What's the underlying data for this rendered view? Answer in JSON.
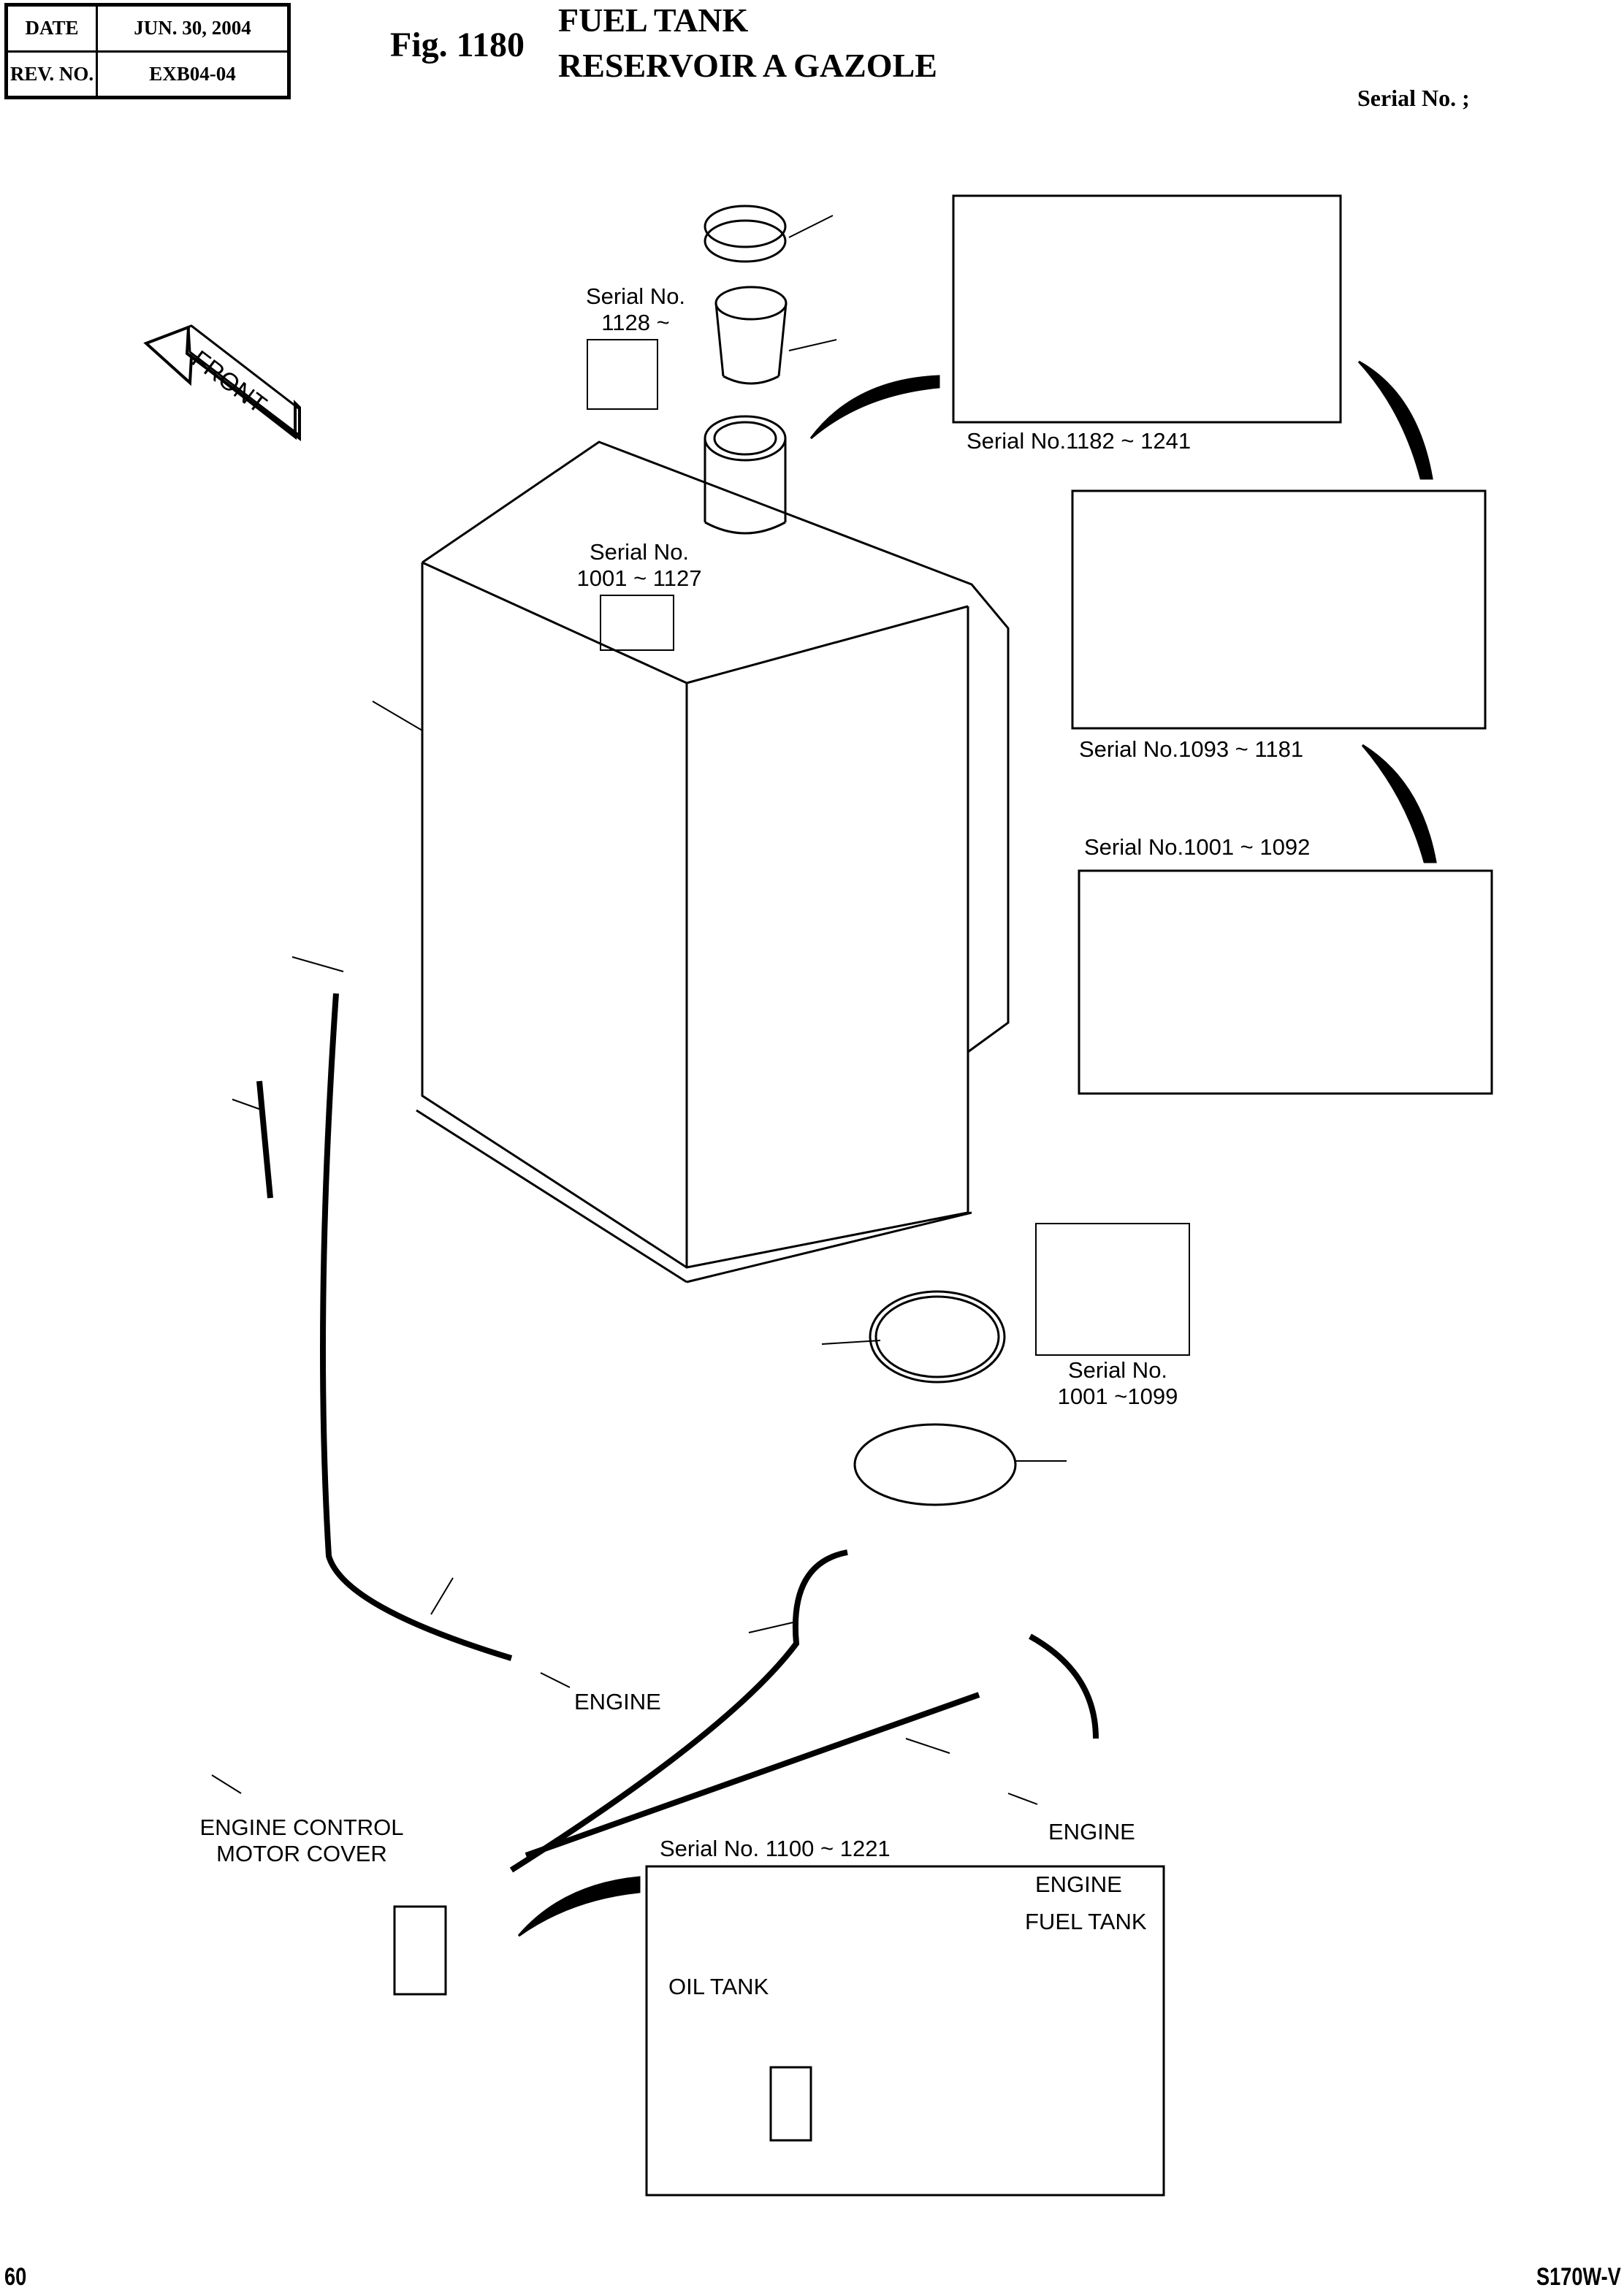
{
  "header": {
    "date_label": "DATE",
    "date_value": "JUN. 30, 2004",
    "rev_label": "REV. NO.",
    "rev_value": "EXB04-04",
    "figure_number": "Fig. 1180",
    "title_en": "FUEL TANK",
    "title_fr": "RESERVOIR A GAZOLE",
    "serial_label": "Serial No. ;"
  },
  "diagram": {
    "front_arrow": "FRONT",
    "labels": {
      "serial_1128_line1": "Serial No.",
      "serial_1128_line2": "1128 ~",
      "serial_1001_1127_line1": "Serial No.",
      "serial_1001_1127_line2": "1001 ~ 1127",
      "inset_1182_1241": "Serial No.1182 ~ 1241",
      "inset_1093_1181": "Serial No.1093 ~ 1181",
      "inset_1001_1092": "Serial No.1001 ~ 1092",
      "serial_1001_1099_line1": "Serial No.",
      "serial_1001_1099_line2": "1001 ~1099",
      "engine_1": "ENGINE",
      "engine_2": "ENGINE",
      "engine_control_line1": "ENGINE CONTROL",
      "engine_control_line2": "MOTOR COVER",
      "inset_1100_1221": "Serial No. 1100 ~ 1221",
      "inset_engine": "ENGINE",
      "inset_fuel_tank": "FUEL TANK",
      "inset_oil_tank": "OIL TANK"
    }
  },
  "footer": {
    "page_number": "60",
    "model": "S170W-V"
  }
}
